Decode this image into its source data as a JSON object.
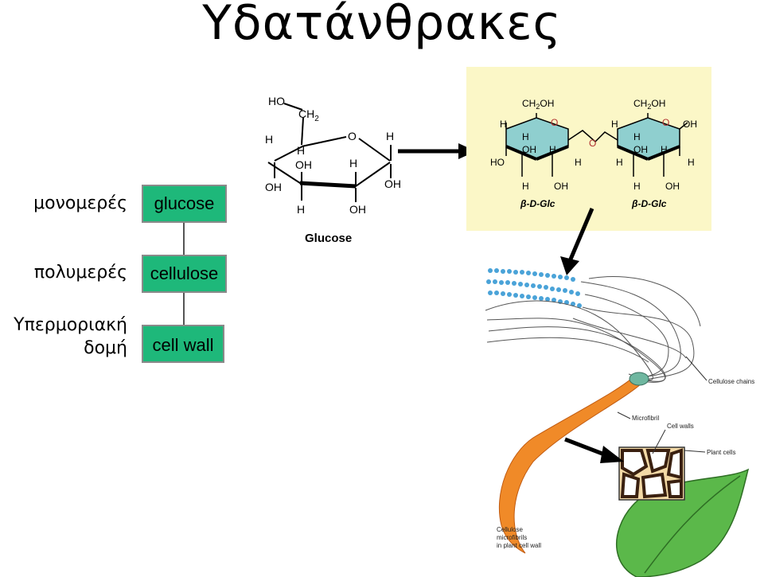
{
  "title": "Υδατάνθρακες",
  "levels": {
    "monomer_label": "μονομερές",
    "polymer_label": "πολυμερές",
    "supra_label_line1": "Υπερμοριακή",
    "supra_label_line2": "δομή"
  },
  "boxes": {
    "glucose": "glucose",
    "cellulose": "cellulose",
    "cell_wall": "cell wall"
  },
  "glucose_structure": {
    "caption": "Glucose",
    "ho": "HO",
    "ch2": "CH",
    "ch2_sub": "2",
    "ring_o": "O",
    "h": "H",
    "oh": "OH"
  },
  "disaccharide": {
    "ch2oh": "CH",
    "ch2oh_sub": "2",
    "ch2oh_tail": "OH",
    "h": "H",
    "o": "O",
    "oh": "OH",
    "ho": "HO",
    "beta_label": "β-D-Glc"
  },
  "fiber_labels": {
    "cellulose_chains": "Cellulose chains",
    "microfibril": "Microfibril",
    "cell_walls": "Cell walls",
    "plant_cells": "Plant cells",
    "caption_line1": "Cellulose",
    "caption_line2": "microfibrils",
    "caption_line3": "in plant cell wall"
  },
  "colors": {
    "box_fill": "#1eb87a",
    "panel_fill": "#fbf7c7",
    "ring_fill": "#8fcfcf",
    "microfibril": "#f08a28",
    "leaf": "#5bb84a",
    "bead": "#4aa3d8"
  }
}
